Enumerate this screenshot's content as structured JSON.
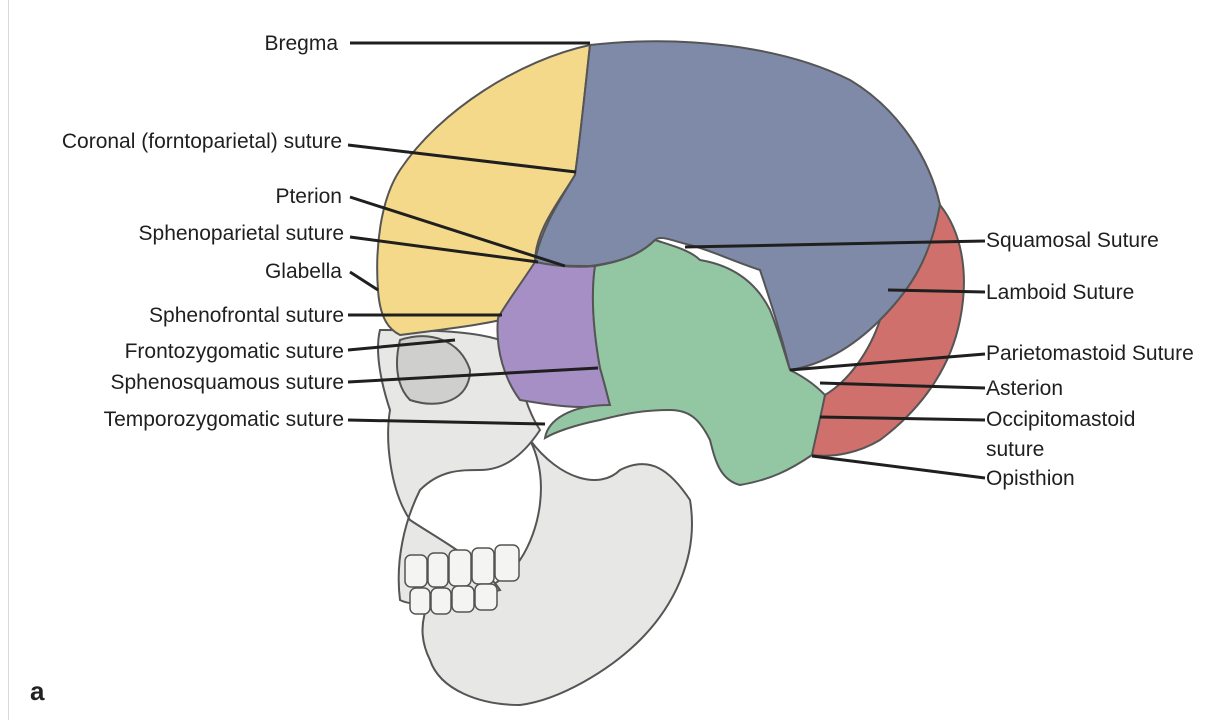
{
  "panel_letter": "a",
  "labels_left": [
    "Bregma",
    "Coronal (forntoparietal) suture",
    "Pterion",
    "Sphenoparietal suture",
    "Glabella",
    "Sphenofrontal suture",
    "Frontozygomatic suture",
    "Sphenosquamous suture",
    "Temporozygomatic suture"
  ],
  "labels_right": [
    "Squamosal Suture",
    "Lamboid Suture",
    "Parietomastoid Suture",
    "Asterion",
    "Occipitomastoid",
    "suture",
    "Opisthion"
  ],
  "colors": {
    "frontal": "#f5d98b",
    "parietal": "#7f8aa8",
    "sphenoid": "#a58fc4",
    "temporal": "#93c7a3",
    "occipital": "#cf706c",
    "bone": "#e7e7e5",
    "line": "#1f1f1f"
  }
}
